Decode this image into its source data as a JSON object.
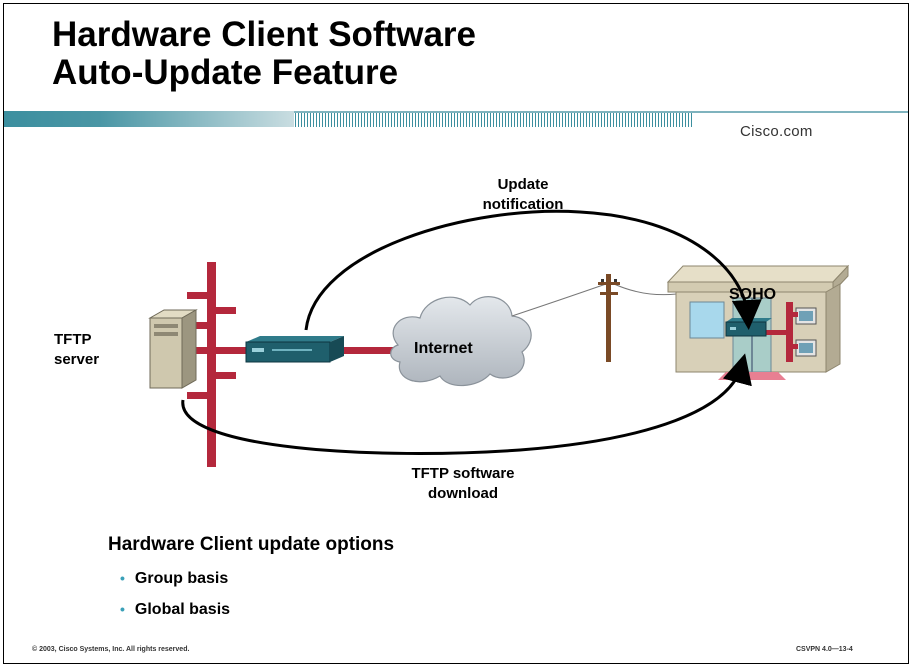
{
  "slide": {
    "title_line1": "Hardware Client Software",
    "title_line2": "Auto-Update Feature",
    "brand": "Cisco.com"
  },
  "diagram": {
    "tftp_label_line1": "TFTP",
    "tftp_label_line2": "server",
    "internet_label": "Internet",
    "soho_label": "SOHO",
    "update_label_line1": "Update",
    "update_label_line2": "notification",
    "download_label_line1": "TFTP software",
    "download_label_line2": "download"
  },
  "options": {
    "heading": "Hardware Client update options",
    "items": [
      "Group basis",
      "Global basis"
    ]
  },
  "footer": {
    "copyright": "© 2003, Cisco Systems, Inc. All rights reserved.",
    "course_code": "CSVPN 4.0—13-4"
  },
  "colors": {
    "banner_teal": "#3c8f9f",
    "ethernet_red": "#b4283c",
    "device_teal": "#1f5f6c",
    "cloud_gray": "#c8cdd2",
    "building_beige": "#d8d0b8",
    "bullet_teal": "#3aa0b8"
  }
}
